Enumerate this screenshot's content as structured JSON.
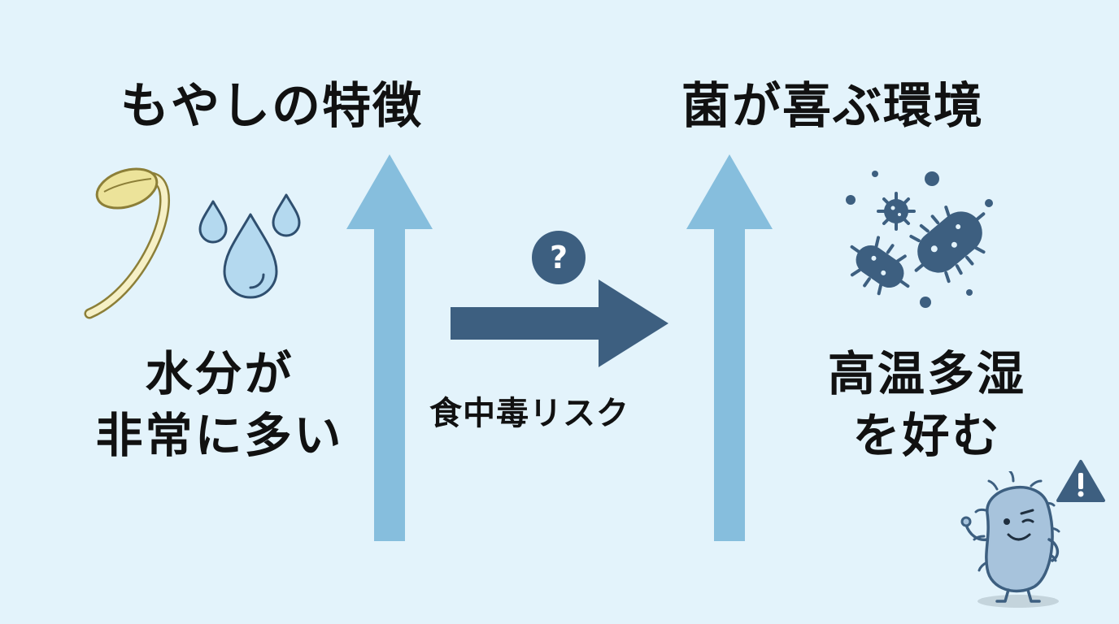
{
  "left": {
    "title": "もやしの特徴",
    "line1": "水分が",
    "line2": "非常に多い"
  },
  "right": {
    "title": "菌が喜ぶ環境",
    "line1": "高温多湿",
    "line2": "を好む"
  },
  "middle": {
    "label": "食中毒リスク"
  },
  "icons": {
    "sprout": "bean-sprout-icon",
    "drops": "water-drops-icon",
    "question": "question-mark-icon",
    "bacteria": "bacteria-icon",
    "mascot": "bacteria-character-icon",
    "warning": "warning-triangle-icon"
  },
  "colors": {
    "background": "#e3f3fb",
    "up_arrow": "#86bedd",
    "right_arrow": "#3d5f80",
    "bacteria": "#3d5f80",
    "drop_fill": "#b4d9ef",
    "drop_stroke": "#2f4f6f",
    "sprout": "#f2eaa8"
  }
}
